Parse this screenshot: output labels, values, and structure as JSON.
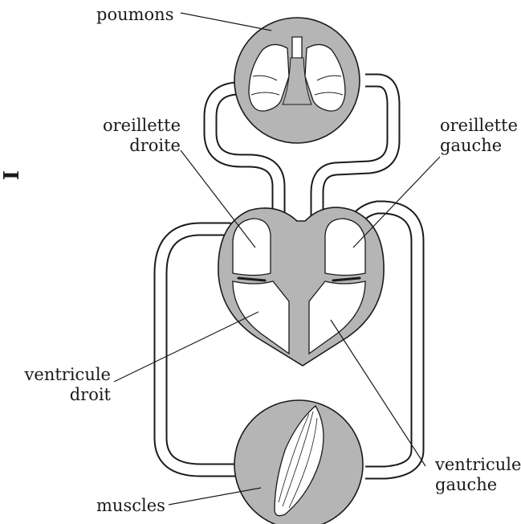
{
  "labels": {
    "poumons": "poumons",
    "oreillette_droite": [
      "oreillette",
      "droite"
    ],
    "oreillette_gauche": [
      "oreillette",
      "gauche"
    ],
    "ventricule_droit": [
      "ventricule",
      "droit"
    ],
    "ventricule_gauche": [
      "ventricule",
      "gauche"
    ],
    "muscles": "muscles",
    "margin_mark": "I"
  },
  "colors": {
    "tissue": "#b5b5b5",
    "stroke": "#1a1a1a",
    "vessel_fill": "#ffffff"
  }
}
